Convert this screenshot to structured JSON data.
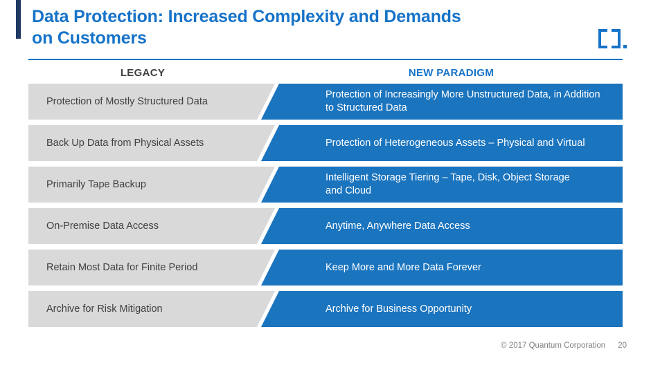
{
  "slide": {
    "title_line1": "Data Protection: Increased Complexity and Demands",
    "title_line2": "on Customers",
    "footer": {
      "copyright": "© 2017 Quantum Corporation",
      "page_number": "20"
    }
  },
  "logo": {
    "name": "quantum-brackets-logo"
  },
  "table": {
    "headers": {
      "legacy": "LEGACY",
      "new_paradigm": "NEW PARADIGM"
    },
    "rows": [
      {
        "legacy": "Protection of Mostly Structured Data",
        "new_paradigm": "Protection of Increasingly More Unstructured Data, in Addition\nto Structured Data"
      },
      {
        "legacy": "Back Up Data from Physical Assets",
        "new_paradigm": "Protection of Heterogeneous Assets – Physical and Virtual"
      },
      {
        "legacy": "Primarily Tape Backup",
        "new_paradigm": "Intelligent Storage Tiering –  Tape, Disk, Object Storage\nand Cloud"
      },
      {
        "legacy": "On-Premise Data Access",
        "new_paradigm": "Anytime, Anywhere Data Access"
      },
      {
        "legacy": "Retain Most Data for Finite Period",
        "new_paradigm": "Keep More and More Data Forever"
      },
      {
        "legacy": "Archive for Risk Mitigation",
        "new_paradigm": "Archive for Business Opportunity"
      }
    ]
  },
  "colors": {
    "title_blue": "#1673C8",
    "box_blue": "#1B74BE",
    "box_gray": "#D9D9D9",
    "text_dark": "#404040",
    "accent_navy": "#1F3864",
    "footer_gray": "#808080"
  }
}
